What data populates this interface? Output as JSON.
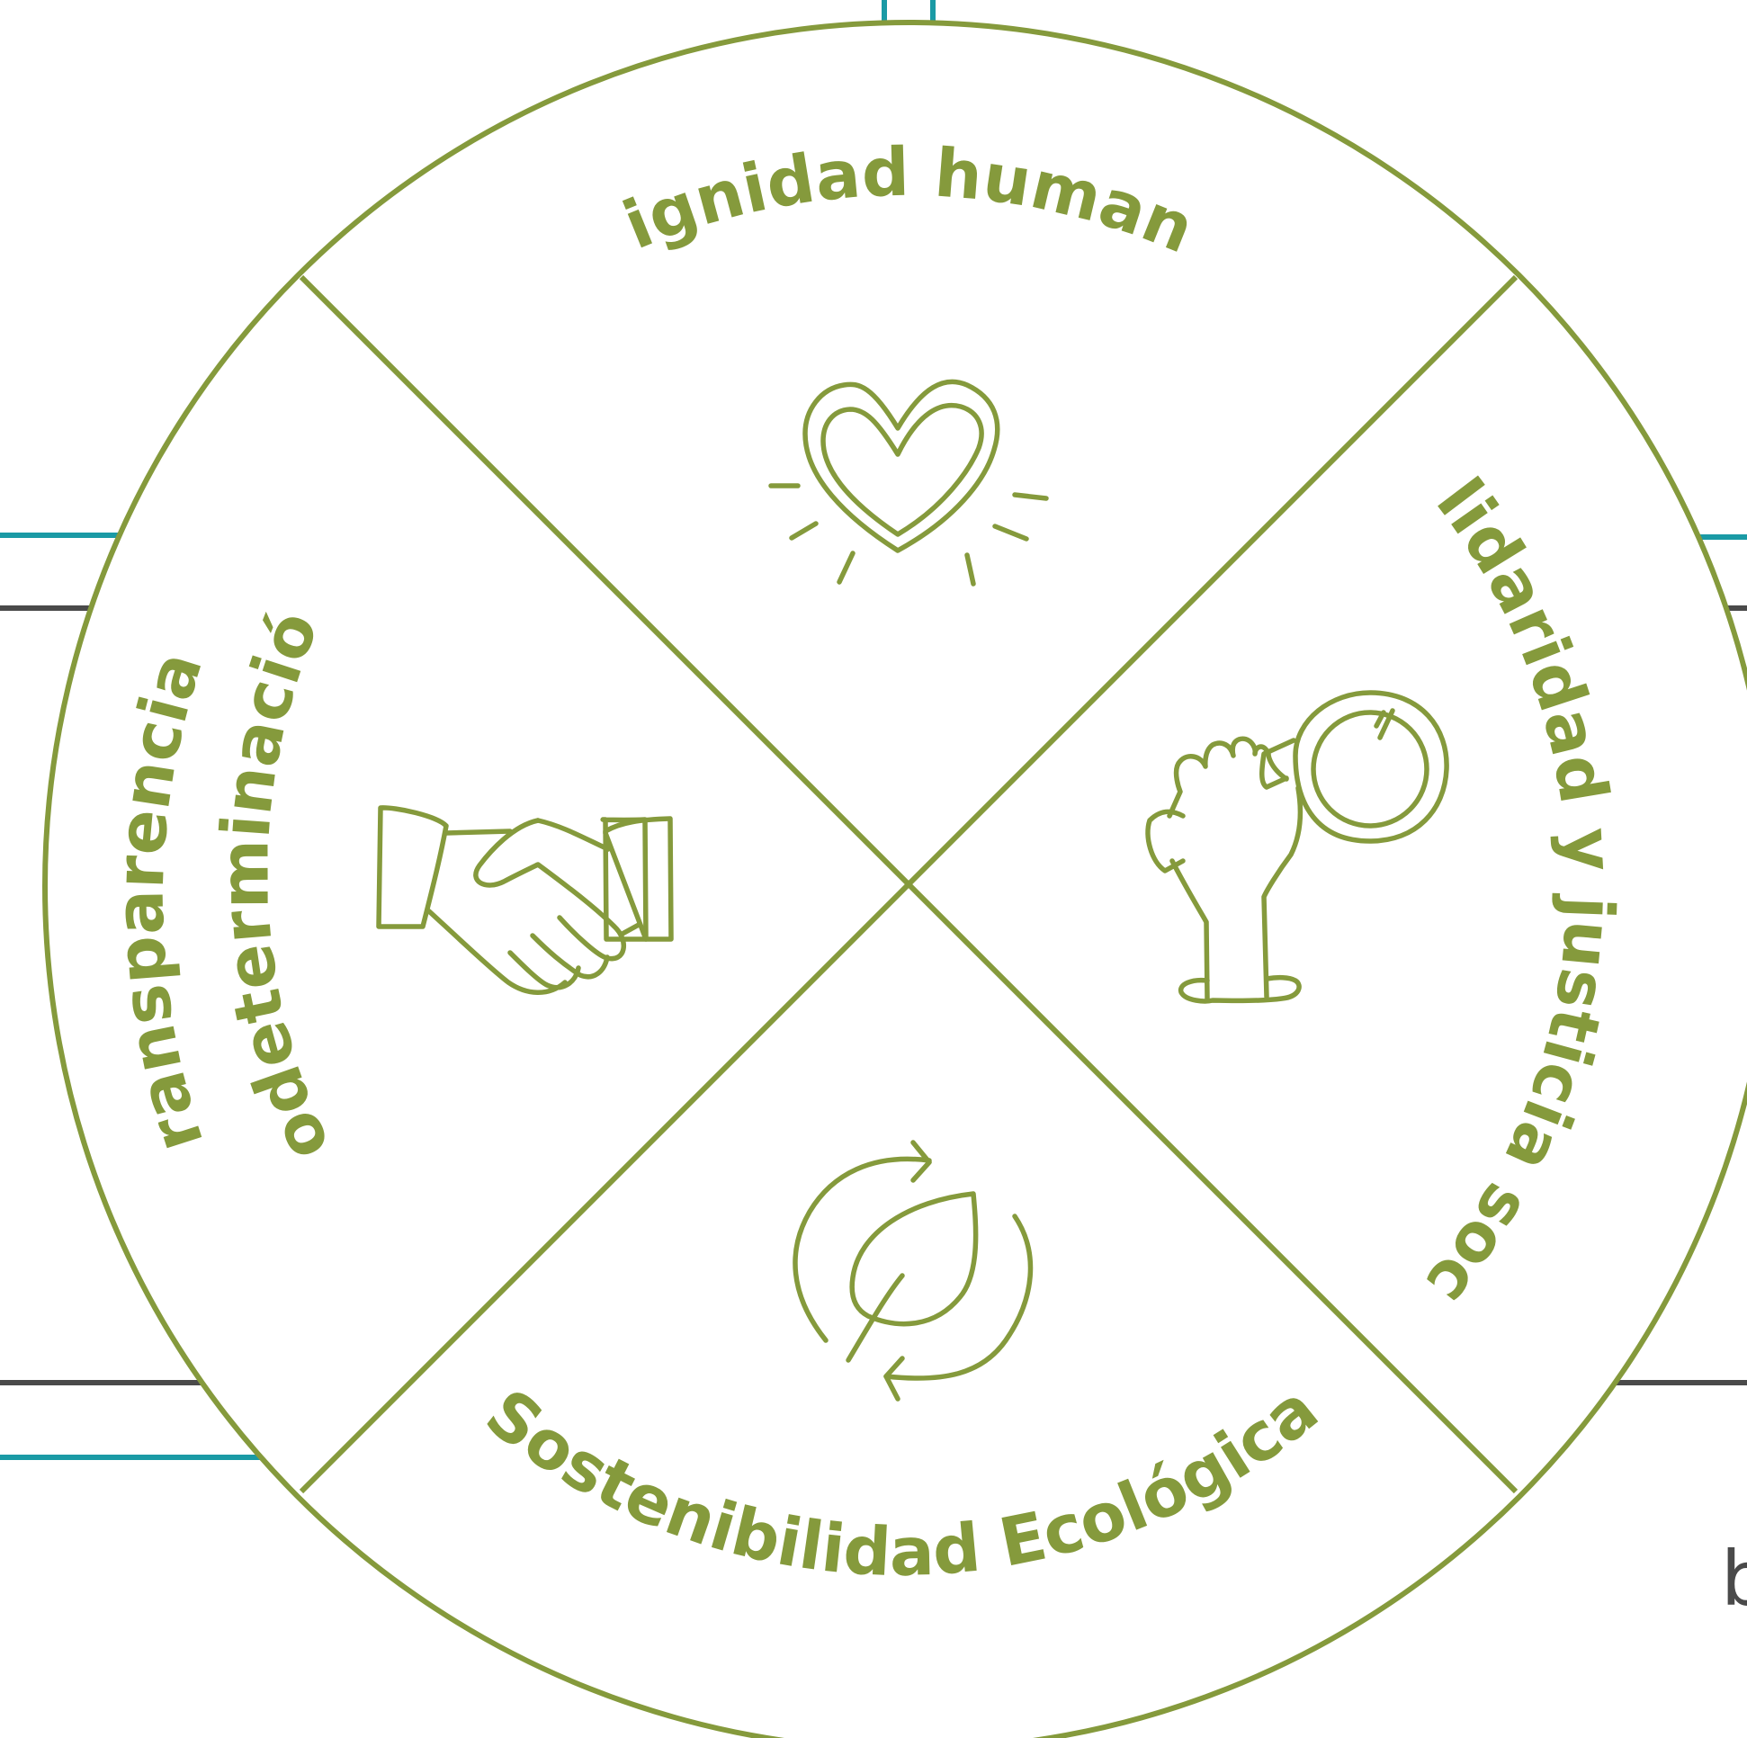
{
  "colors": {
    "primary_green": "#859a3c",
    "connector_teal": "#1a9aa5",
    "connector_gray": "#4a4a4a"
  },
  "segments": {
    "top": {
      "label": "Dignidad humana",
      "icon": "heart-icon"
    },
    "right": {
      "label": "Solidaridad y justicia social",
      "icon": "magnifier-hand-icon"
    },
    "bottom": {
      "label": "Sostenibilidad Ecológica",
      "icon": "leaf-recycle-icon"
    },
    "left": {
      "label_line1": "Transparencia y",
      "label_line2": "codeterminación",
      "icon": "handshake-icon"
    }
  },
  "corner_text": "b"
}
